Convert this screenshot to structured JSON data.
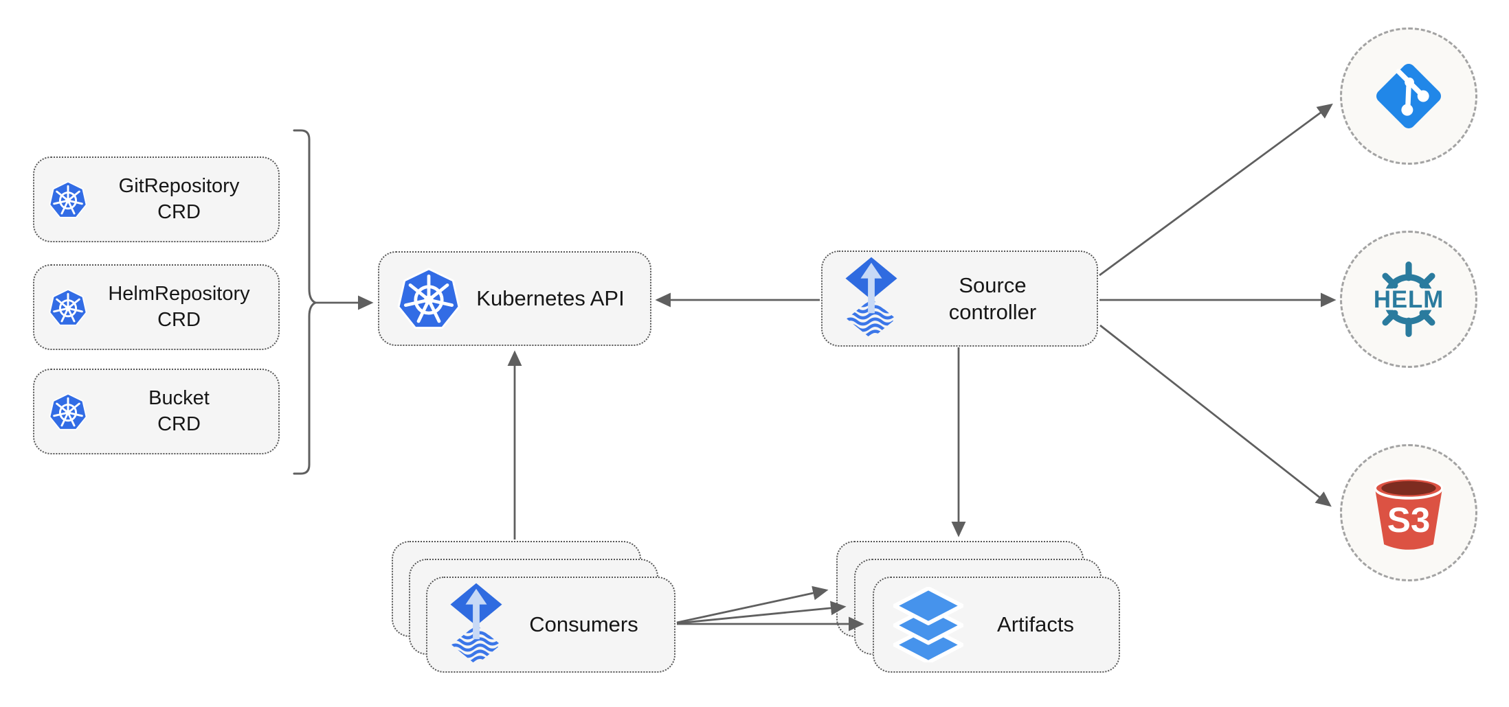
{
  "nodes": {
    "crds": [
      {
        "title": "GitRepository",
        "subtitle": "CRD"
      },
      {
        "title": "HelmRepository",
        "subtitle": "CRD"
      },
      {
        "title": "Bucket",
        "subtitle": "CRD"
      }
    ],
    "kubernetes_api": {
      "label": "Kubernetes API"
    },
    "source_controller": {
      "line1": "Source",
      "line2": "controller"
    },
    "consumers": {
      "label": "Consumers"
    },
    "artifacts": {
      "label": "Artifacts"
    },
    "externals": [
      {
        "name": "git",
        "icon": "git-icon"
      },
      {
        "name": "helm",
        "icon": "helm-icon",
        "label": "HELM"
      },
      {
        "name": "s3",
        "icon": "s3-bucket-icon",
        "label": "S3"
      }
    ]
  },
  "colors": {
    "k8s_blue": "#326CE5",
    "flux_blue": "#2F6BE0",
    "flux_arrow": "#C7D9F6",
    "flux_wave": "#3B76E8",
    "layers_blue": "#4693EC",
    "git_blue": "#2187E8",
    "helm_teal": "#2A7B9E",
    "s3_red": "#DC5243",
    "s3_dark": "#7D2C20",
    "line_gray": "#5F5F5F",
    "box_bg": "#F5F5F5",
    "box_border": "#555555",
    "circle_bg": "#FAF9F6",
    "circle_border": "#A3A3A3",
    "text": "#161616"
  }
}
